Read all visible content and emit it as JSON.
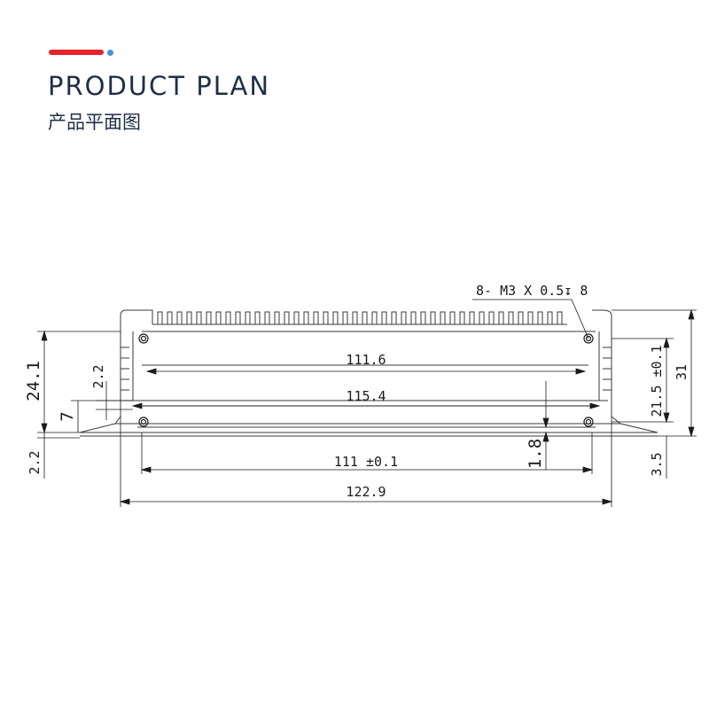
{
  "header": {
    "title_en": "PRODUCT PLAN",
    "title_cn": "产品平面图",
    "accent_color": "#e8222a",
    "dot_color": "#4a90d9",
    "title_color": "#1f2f45"
  },
  "drawing": {
    "hole_callout": "8- M3 X 0.5↧ 8",
    "dims": {
      "inner_width": "111.6",
      "mid_width": "115.4",
      "base_width": "111 ±0.1",
      "total_width": "122.9",
      "left_height": "24.1",
      "left_seven": "7",
      "left_two_two_upper": "2.2",
      "left_two_two_lower": "2.2",
      "right_height_total": "31",
      "right_height_inner": "21.5 ±0.1",
      "right_base": "3.5",
      "groove_depth": "1.8"
    }
  }
}
